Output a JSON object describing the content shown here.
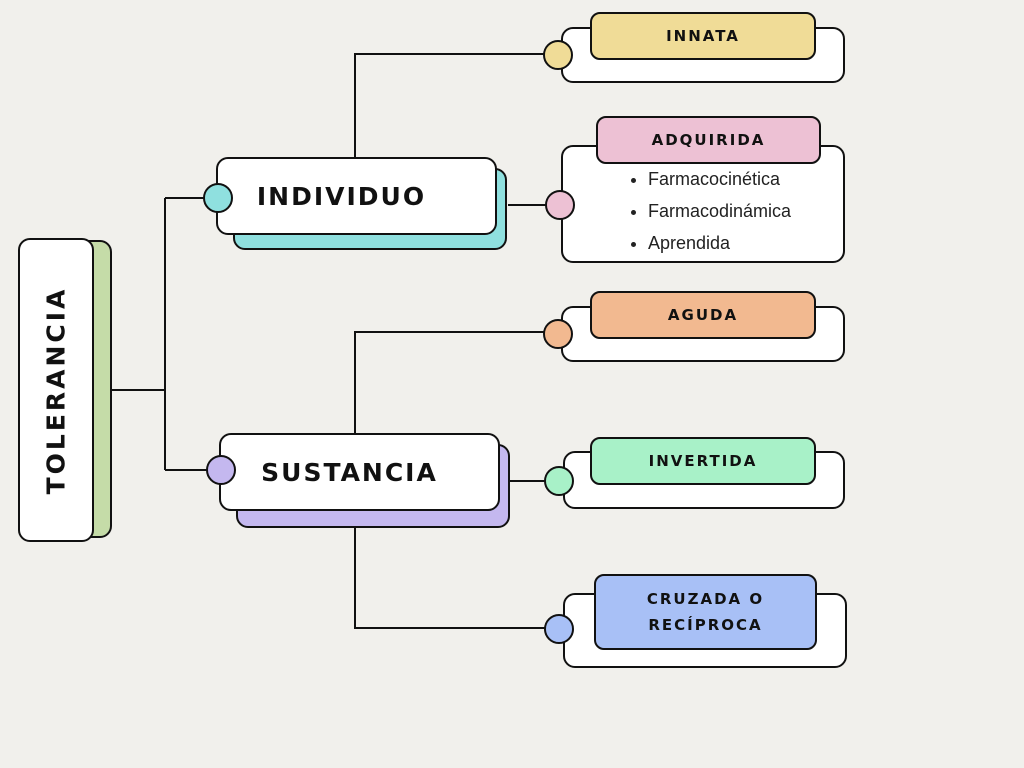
{
  "root": {
    "label": "TOLERANCIA"
  },
  "branches": [
    {
      "label": "INDIVIDUO",
      "children": [
        {
          "label": "INNATA",
          "items": []
        },
        {
          "label": "ADQUIRIDA",
          "items": [
            "Farmacocinética",
            "Farmacodinámica",
            "Aprendida"
          ]
        }
      ]
    },
    {
      "label": "SUSTANCIA",
      "children": [
        {
          "label": "AGUDA",
          "items": []
        },
        {
          "label": "INVERTIDA",
          "items": []
        },
        {
          "label": "CRUZADA O RECÍPROCA",
          "items": []
        }
      ]
    }
  ],
  "colors": {
    "background": "#f1f0ec",
    "root_shadow": "#c5dca8",
    "individuo_shadow": "#8fe0df",
    "individuo_dot": "#8fe0df",
    "sustancia_shadow": "#c4b8ef",
    "sustancia_dot": "#c4b8ef",
    "innata": "#f0dc97",
    "adquirida": "#edc1d4",
    "aguda": "#f2b990",
    "invertida": "#a8f1c8",
    "cruzada": "#a8c0f6"
  }
}
